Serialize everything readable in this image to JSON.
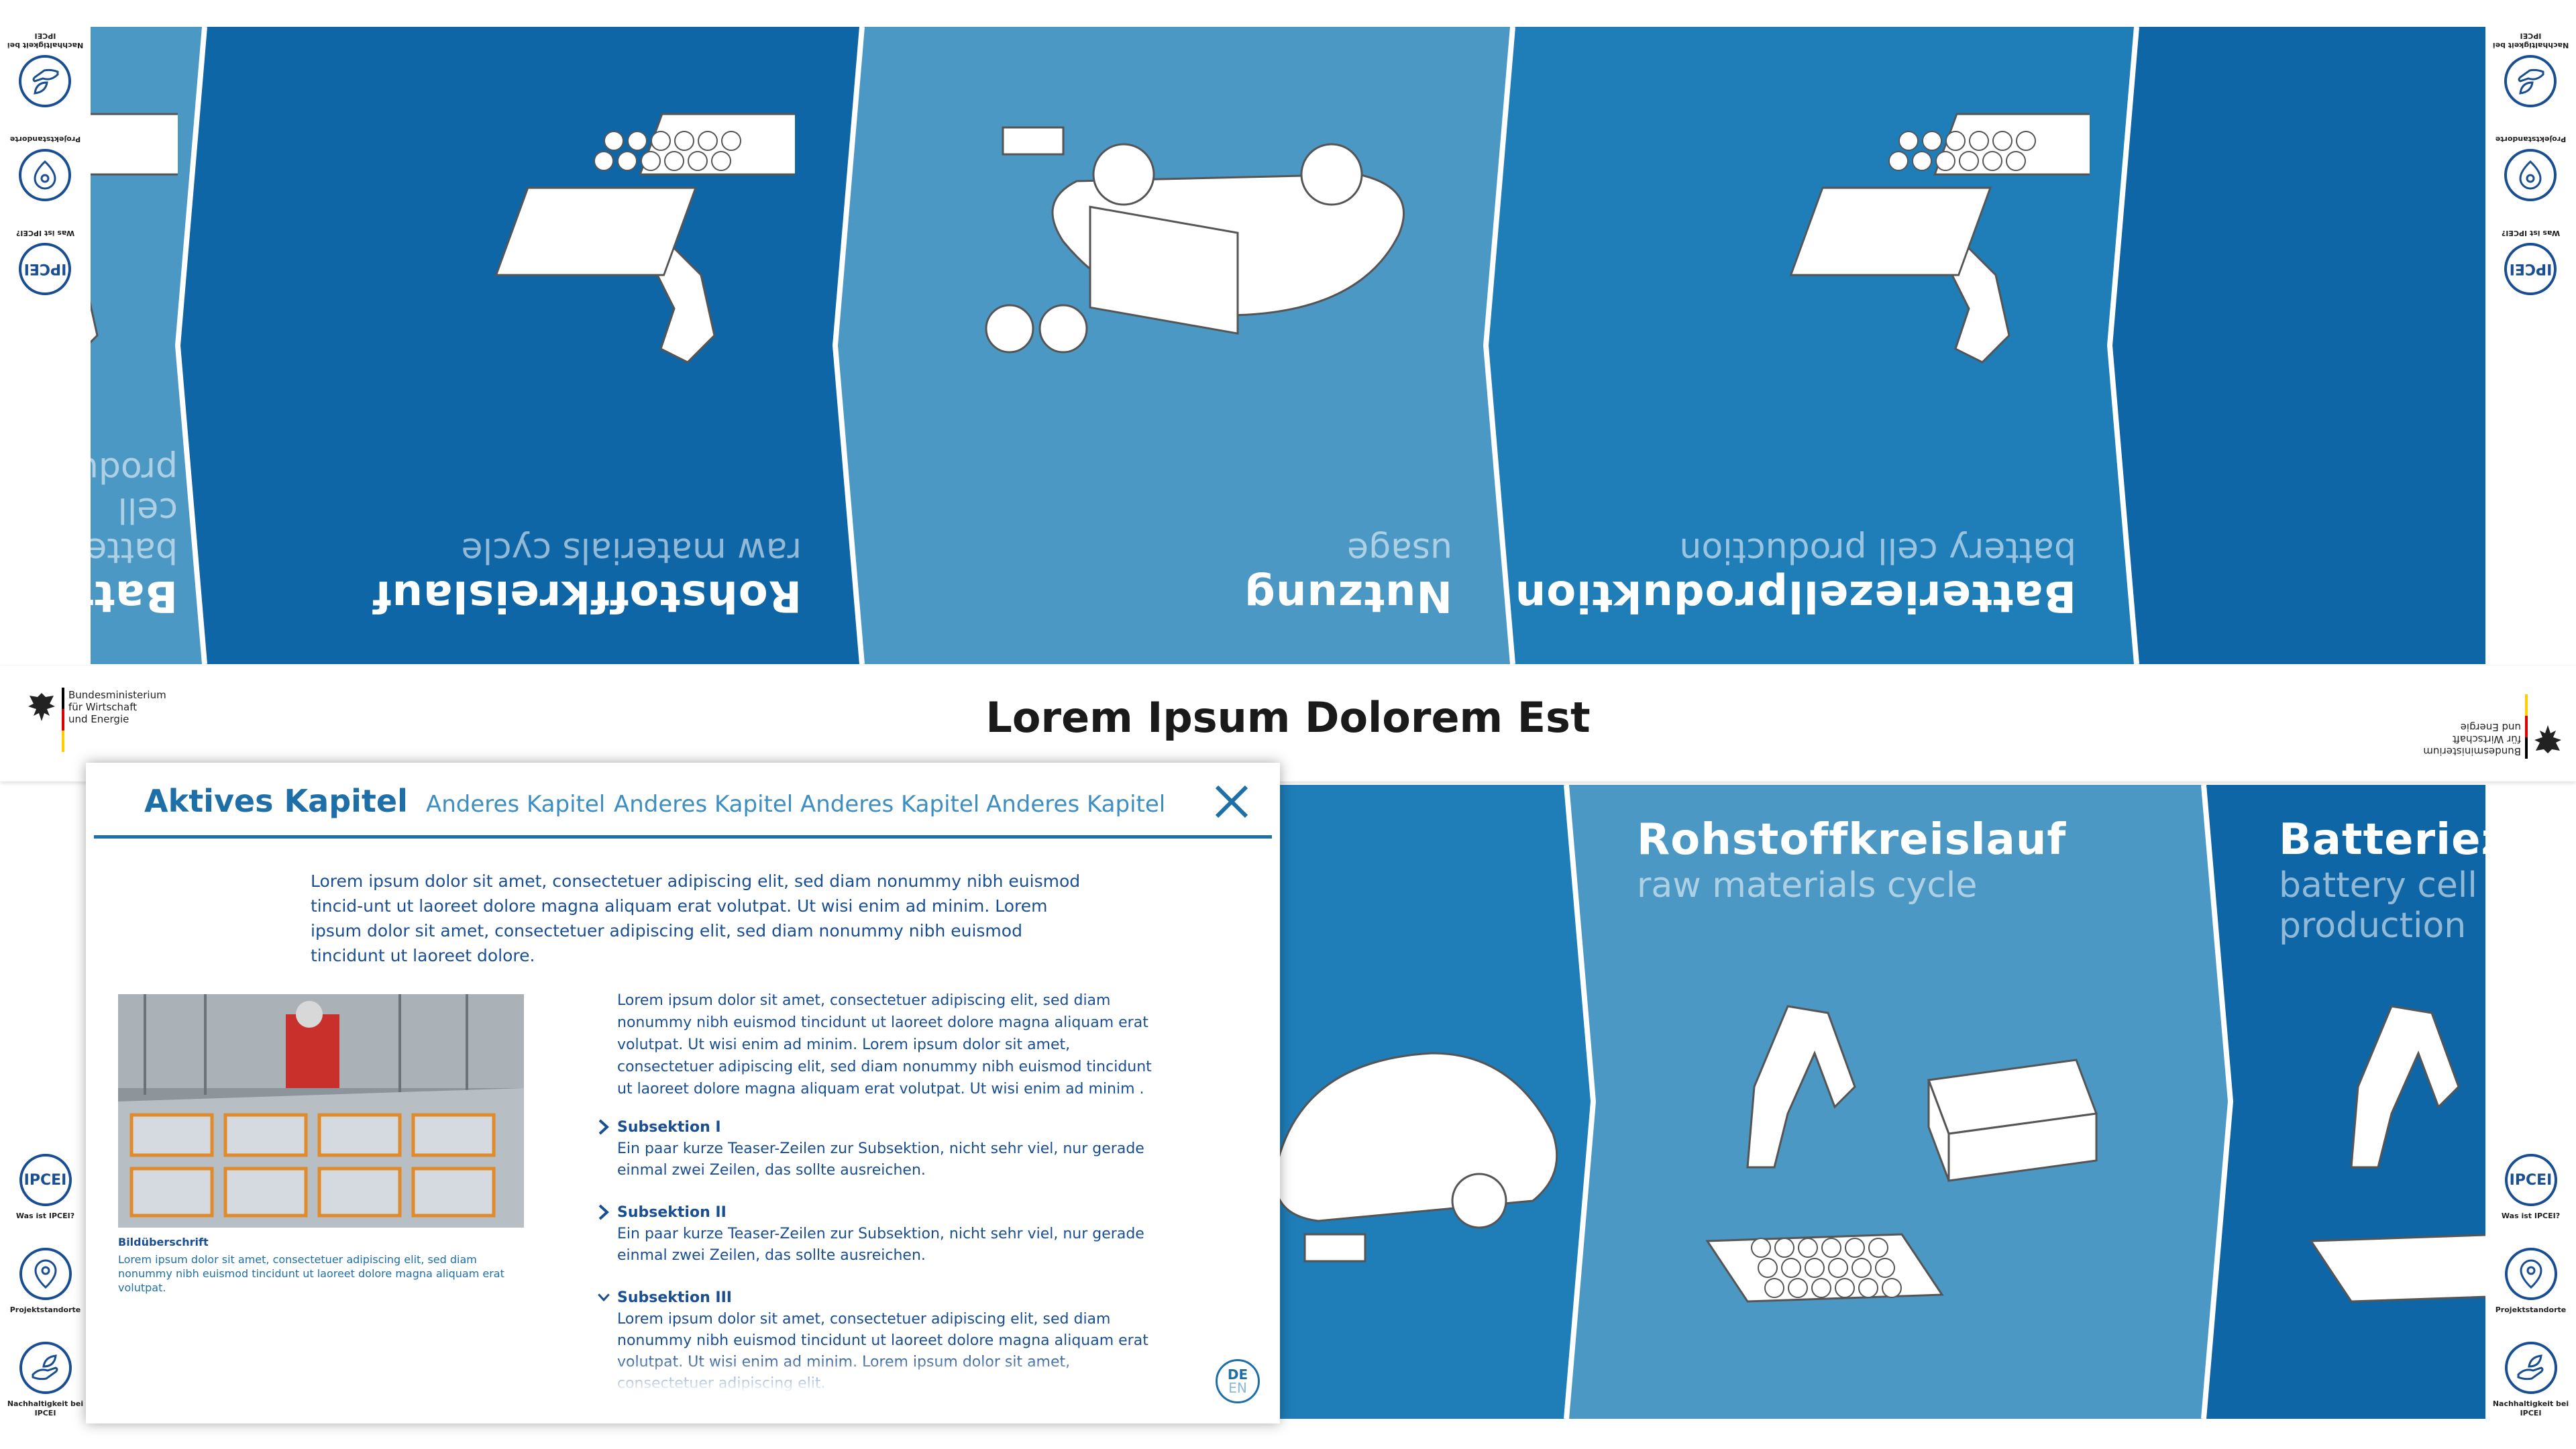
{
  "header": {
    "title": "Lorem Ipsum Dolorem Est",
    "ministry_line1": "Bundesministerium",
    "ministry_line2": "für Wirtschaft",
    "ministry_line3": "und Energie"
  },
  "colors": {
    "dark_blue": "#0e66a6",
    "mid_blue": "#1f7db8",
    "light_blue": "#4b98c4",
    "accent": "#1e6fa8"
  },
  "panels_top": [
    {
      "title": "Batteriezellproduktion",
      "subtitle": "battery cell production",
      "illustration": "battery-robot-arm"
    },
    {
      "title": "Nutzung",
      "subtitle": "usage",
      "illustration": "car-laptop-bike"
    },
    {
      "title": "Rohstoffkreislauf",
      "subtitle": "raw materials cycle",
      "illustration": "battery-robot-arm"
    },
    {
      "title": "Batteriezellproduktion",
      "subtitle": "battery cell production",
      "illustration": "battery-robot-arm"
    }
  ],
  "panels_bottom": [
    {
      "title": "Rohstoffkreislauf",
      "subtitle": "raw materials cycle",
      "illustration": "battery-robot-arm"
    },
    {
      "title": "Batteriezellproduktion",
      "subtitle": "battery cell production",
      "illustration": "battery-robot-arm"
    }
  ],
  "side_nav": [
    {
      "icon": "ipcei-icon",
      "badge": "IPCEI",
      "label": "Was ist IPCEI?"
    },
    {
      "icon": "location-pin-icon",
      "badge": "",
      "label": "Projektstandorte"
    },
    {
      "icon": "hand-leaf-icon",
      "badge": "",
      "label": "Nachhaltigkeit bei IPCEI"
    }
  ],
  "modal": {
    "active_tab": "Aktives Kapitel",
    "tabs": [
      "Anderes Kapitel",
      "Anderes Kapitel",
      "Anderes Kapitel",
      "Anderes Kapitel"
    ],
    "intro": "Lorem ipsum dolor sit amet, consectetuer adipiscing elit, sed diam nonummy nibh euismod tincid-unt ut laoreet dolore magna aliquam erat volutpat. Ut wisi enim ad minim. Lorem ipsum dolor sit amet, consectetuer adipiscing elit, sed diam nonummy nibh euismod tincidunt ut laoreet dolore.",
    "caption_title": "Bildüberschrift",
    "caption_text": "Lorem ipsum dolor sit amet, consectetuer adipiscing elit, sed diam nonummy nibh euismod tincidunt ut laoreet dolore magna aliquam erat volutpat.",
    "body": "Lorem ipsum dolor sit amet, consectetuer adipiscing elit, sed diam nonummy nibh euismod tincidunt ut laoreet dolore magna aliquam erat volutpat. Ut wisi enim ad minim. Lorem ipsum dolor sit amet, consectetuer adipiscing elit, sed diam nonummy nibh euismod tincidunt ut laoreet dolore magna aliquam erat volutpat. Ut wisi enim ad minim .",
    "subsections": [
      {
        "title": "Subsektion I",
        "text": "Ein paar kurze Teaser-Zeilen zur Subsektion, nicht sehr viel, nur gerade einmal zwei Zeilen, das sollte ausreichen."
      },
      {
        "title": "Subsektion II",
        "text": "Ein paar kurze Teaser-Zeilen zur Subsektion, nicht sehr viel, nur gerade einmal zwei Zeilen, das sollte ausreichen."
      },
      {
        "title": "Subsektion III",
        "text": "Lorem ipsum dolor sit amet, consectetuer adipiscing elit, sed diam nonummy nibh euismod tincidunt ut laoreet dolore magna aliquam erat volutpat. Ut wisi enim ad minim. Lorem ipsum dolor sit amet, consectetuer adipiscing elit."
      }
    ],
    "lang_primary": "DE",
    "lang_secondary": "EN"
  }
}
